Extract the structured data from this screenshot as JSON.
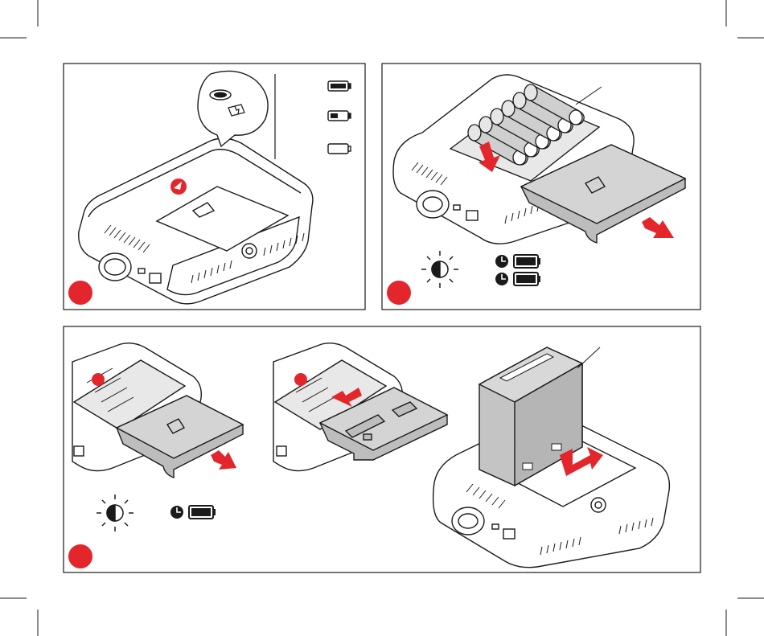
{
  "colors": {
    "accent_red": "#e3262b",
    "line": "#1a1a1a",
    "device_fill": "#ffffff",
    "door_fill": "#bdbdbd",
    "battery_fill": "#cfcfcf",
    "pack_fill": "#c4c4c4"
  },
  "panel_1": {
    "step_marker": "step-1-red-dot",
    "icons": [
      "charge-indicator-icon",
      "battery-full-icon",
      "battery-half-icon",
      "battery-empty-icon"
    ]
  },
  "panel_2": {
    "step_marker": "step-2-red-dot",
    "icons": [
      "aa-batteries",
      "battery-door",
      "remove-arrow-icon",
      "blinking-light-icon",
      "clock-icon",
      "battery-full-icon"
    ]
  },
  "panel_3": {
    "step_marker": "step-3-red-dot",
    "icons": [
      "battery-door",
      "remove-arrow-icon",
      "adapter-plate",
      "insert-arrow-icon",
      "li-ion-battery-pack",
      "slide-arrow-icon",
      "blinking-light-icon",
      "clock-icon",
      "battery-full-icon"
    ]
  }
}
